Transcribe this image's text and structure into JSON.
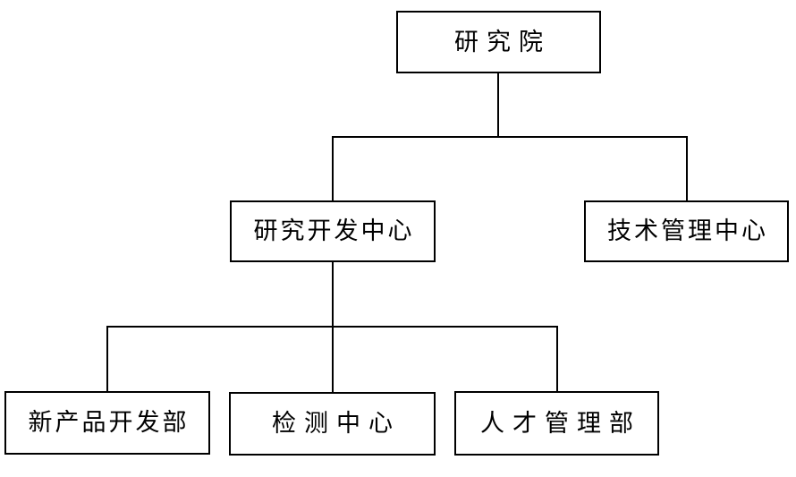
{
  "diagram": {
    "type": "org-chart",
    "colors": {
      "background": "#ffffff",
      "line": "#000000",
      "border": "#000000",
      "text": "#000000"
    },
    "nodes": {
      "root": {
        "label": "研究院",
        "level": 1
      },
      "rd_center": {
        "label": "研究开发中心",
        "level": 2
      },
      "tech_center": {
        "label": "技术管理中心",
        "level": 2
      },
      "new_product_dept": {
        "label": "新产品开发部",
        "level": 3
      },
      "testing_center": {
        "label": "检测中心",
        "level": 3
      },
      "talent_dept": {
        "label": "人才管理部",
        "level": 3
      }
    },
    "edges": [
      {
        "from": "研究院",
        "to": "研究开发中心"
      },
      {
        "from": "研究院",
        "to": "技术管理中心"
      },
      {
        "from": "研究开发中心",
        "to": "新产品开发部"
      },
      {
        "from": "研究开发中心",
        "to": "检测中心"
      },
      {
        "from": "研究开发中心",
        "to": "人才管理部"
      }
    ]
  }
}
